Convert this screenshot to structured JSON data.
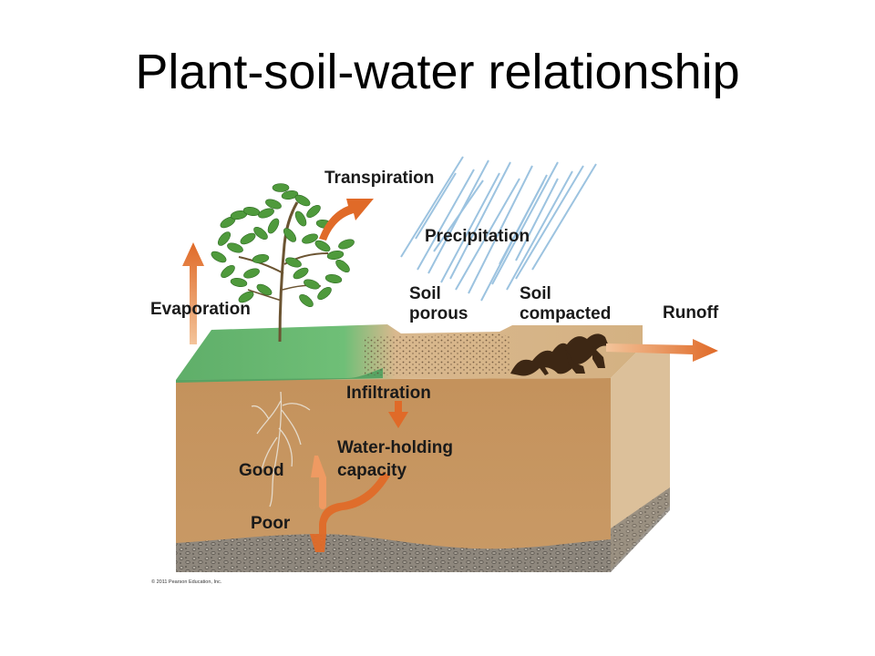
{
  "title": "Plant-soil-water relationship",
  "labels": {
    "transpiration": "Transpiration",
    "precipitation": "Precipitation",
    "evaporation": "Evaporation",
    "soil_porous_1": "Soil",
    "soil_porous_2": "porous",
    "soil_compacted_1": "Soil",
    "soil_compacted_2": "compacted",
    "runoff": "Runoff",
    "infiltration": "Infiltration",
    "water_holding_1": "Water-holding",
    "water_holding_2": "capacity",
    "good": "Good",
    "poor": "Poor"
  },
  "credit": "© 2011 Pearson Education, Inc.",
  "colors": {
    "arrow": "#e06a28",
    "grass": "#6fbf77",
    "soil_body": "#c7955f",
    "soil_side": "#dcc09a",
    "gravel": "#8f8980",
    "rain": "#9cc3e0",
    "plant": "#4f9a3c"
  }
}
